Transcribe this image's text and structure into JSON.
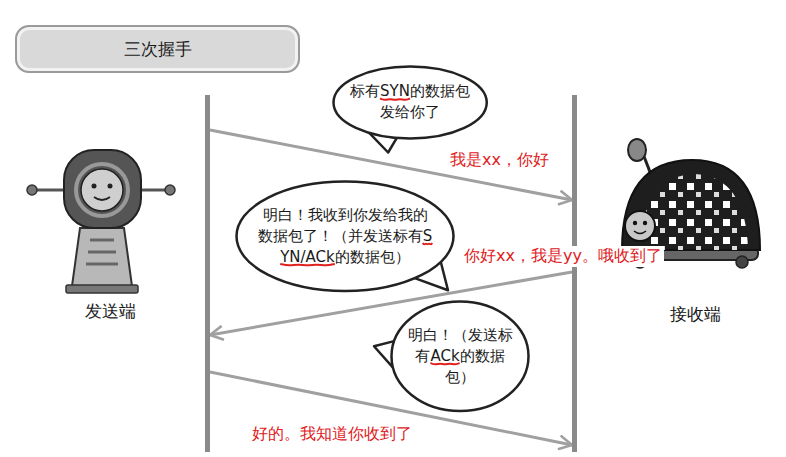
{
  "diagram": {
    "nodes": [
      {
        "text": [
          "三次握手"
        ]
      },
      {
        "text": [
          "标有SYN的数据包发给你了"
        ]
      },
      {
        "text": [
          "明白！我收到你发给我的数据包了！（并发送标有SYN/ACk的数据包）"
        ]
      },
      {
        "text": [
          "明白！（发送标有ACk的数据包）"
        ]
      },
      {
        "text": [
          "发送端"
        ]
      },
      {
        "text": [
          "接收端"
        ]
      }
    ],
    "edges": [
      {
        "from": 4,
        "to": 5,
        "arrow": "to",
        "label": "我是xx，你好"
      },
      {
        "from": 5,
        "to": 4,
        "arrow": "to",
        "label": "你好xx，我是yy。哦收到了"
      },
      {
        "from": 4,
        "to": 5,
        "arrow": "to",
        "label": "好的。我知道你收到了"
      }
    ]
  }
}
